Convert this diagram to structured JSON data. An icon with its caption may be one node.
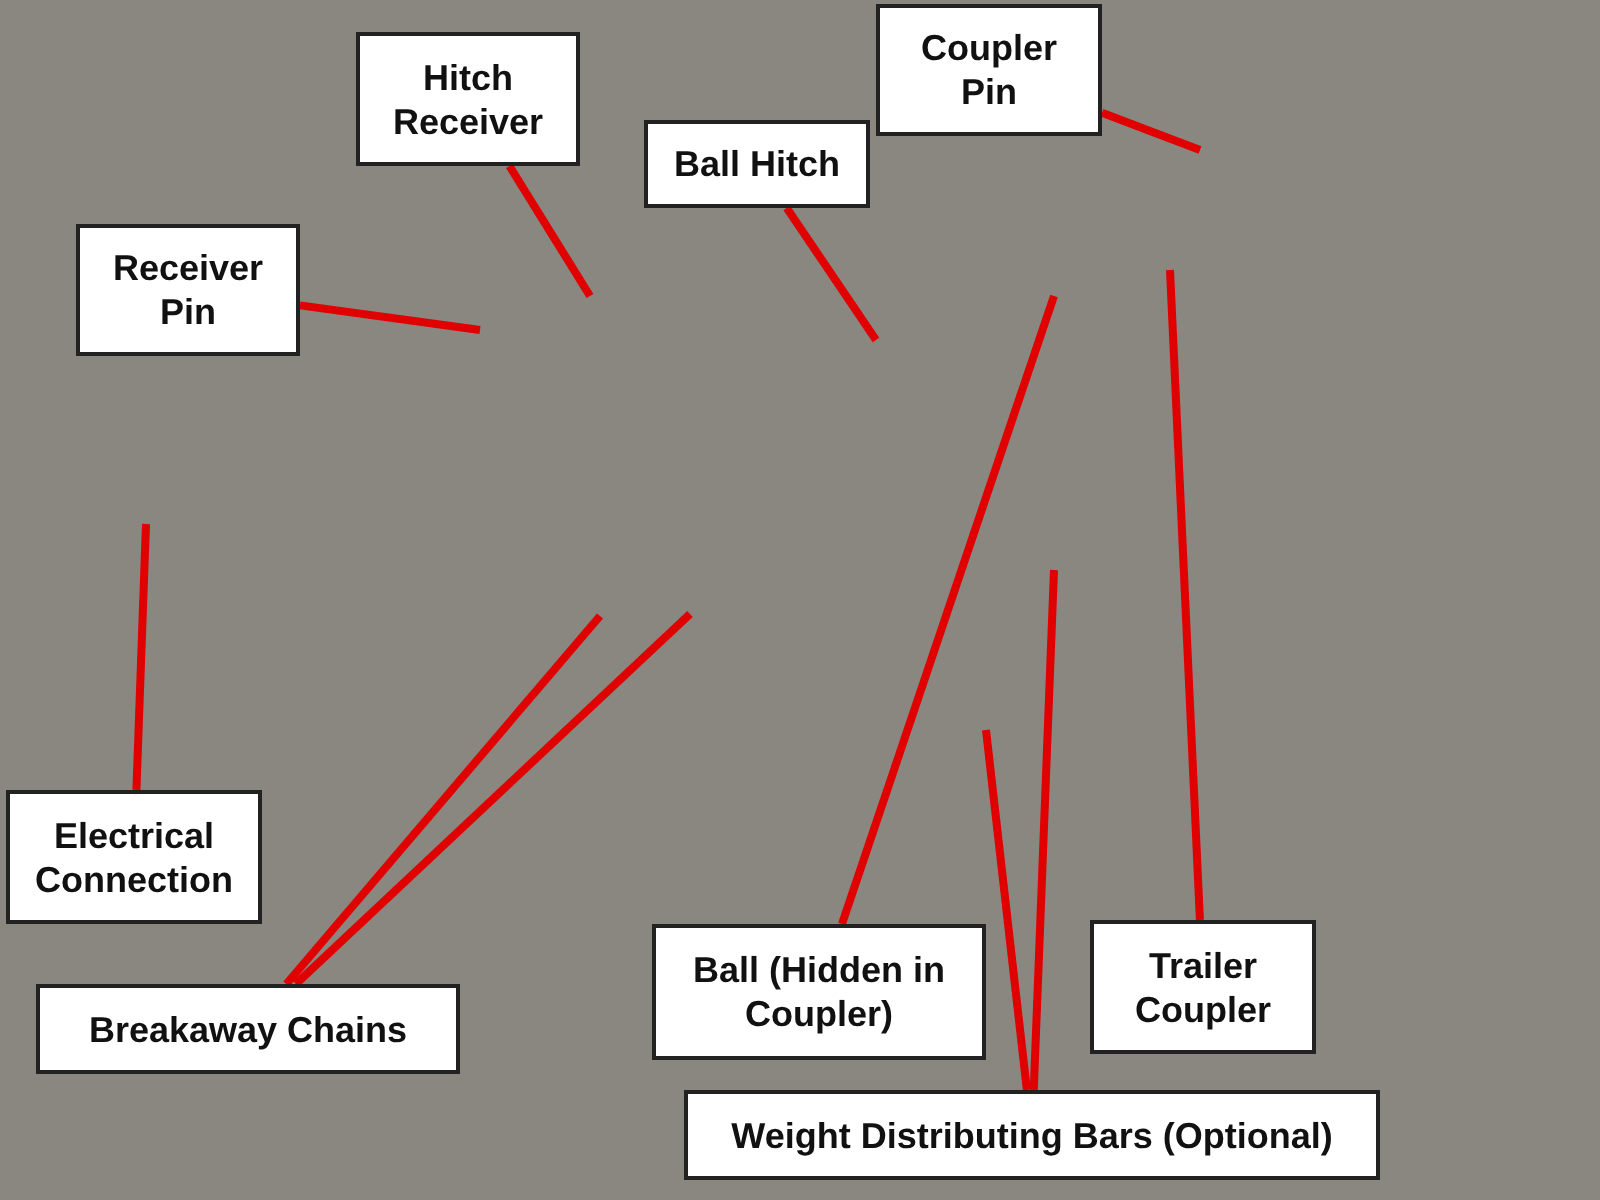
{
  "diagram": {
    "nodes": [
      {
        "text": [
          "Hitch Receiver"
        ]
      },
      {
        "text": [
          "Ball Hitch"
        ]
      },
      {
        "text": [
          "Coupler Pin"
        ]
      },
      {
        "text": [
          "Receiver Pin"
        ]
      },
      {
        "text": [
          "Electrical Connection"
        ]
      },
      {
        "text": [
          "Breakaway Chains"
        ]
      },
      {
        "text": [
          "Ball (Hidden in Coupler)"
        ]
      },
      {
        "text": [
          "Trailer Coupler"
        ]
      },
      {
        "text": [
          "Weight Distributing Bars (Optional)"
        ]
      }
    ],
    "edges": [
      {
        "from": 0,
        "to": null,
        "arrow": "none"
      },
      {
        "from": 1,
        "to": null,
        "arrow": "none"
      },
      {
        "from": 2,
        "to": null,
        "arrow": "none"
      },
      {
        "from": 3,
        "to": null,
        "arrow": "none"
      },
      {
        "from": 4,
        "to": null,
        "arrow": "none"
      },
      {
        "from": 5,
        "to": null,
        "arrow": "none"
      },
      {
        "from": 5,
        "to": null,
        "arrow": "none"
      },
      {
        "from": 6,
        "to": null,
        "arrow": "none"
      },
      {
        "from": 7,
        "to": null,
        "arrow": "none"
      },
      {
        "from": 8,
        "to": null,
        "arrow": "none"
      },
      {
        "from": 8,
        "to": null,
        "arrow": "none"
      }
    ]
  }
}
